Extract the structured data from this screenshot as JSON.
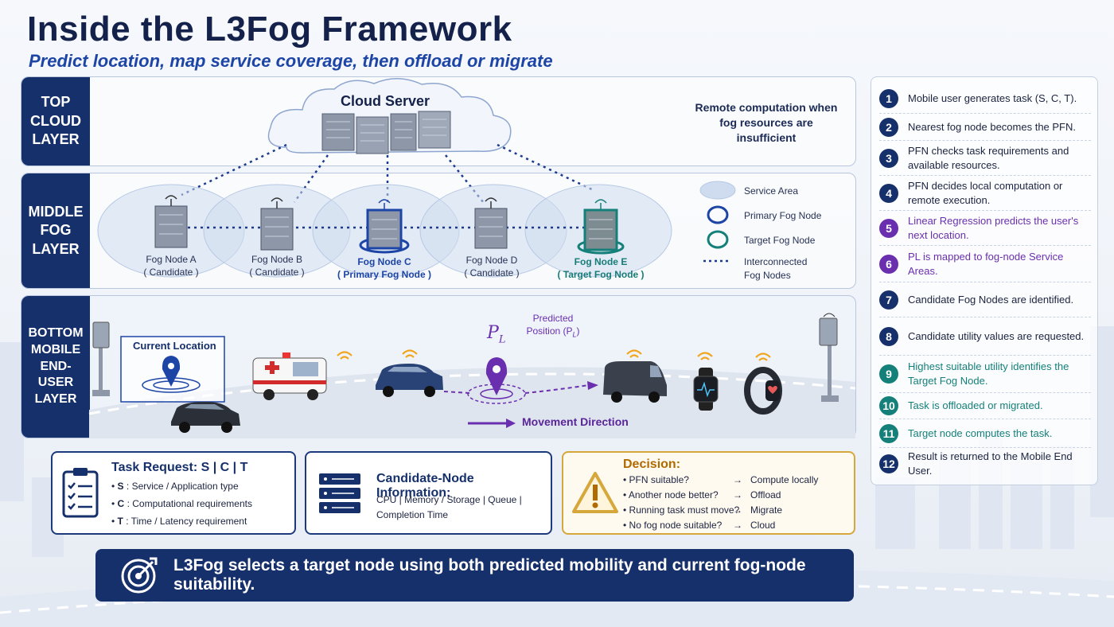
{
  "header": {
    "title": "Inside the L3Fog Framework",
    "subtitle": "Predict location, map service coverage, then offload or migrate"
  },
  "layers": {
    "top": "TOP CLOUD LAYER",
    "middle": "MIDDLE FOG LAYER",
    "bottom": "BOTTOM MOBILE END-USER LAYER"
  },
  "cloud": {
    "label": "Cloud Server",
    "remote_note": "Remote computation when fog resources are insufficient"
  },
  "fog_nodes": [
    {
      "name": "Fog Node A",
      "role": "( Candidate )",
      "kind": "candidate"
    },
    {
      "name": "Fog Node B",
      "role": "( Candidate )",
      "kind": "candidate"
    },
    {
      "name": "Fog Node C",
      "role": "( Primary Fog Node )",
      "kind": "primary"
    },
    {
      "name": "Fog Node D",
      "role": "( Candidate )",
      "kind": "candidate"
    },
    {
      "name": "Fog Node E",
      "role": "( Target Fog Node )",
      "kind": "target"
    }
  ],
  "legend": {
    "service_area": "Service Area",
    "primary": "Primary Fog Node",
    "target": "Target Fog Node",
    "interconnected_1": "Interconnected",
    "interconnected_2": "Fog Nodes"
  },
  "mobile": {
    "current_location": "Current Location",
    "predicted_1": "Predicted",
    "predicted_2": "Position (P",
    "predicted_sub": "L",
    "predicted_close": ")",
    "pl_symbol": "P",
    "pl_sub": "L",
    "movement": "Movement Direction"
  },
  "steps": [
    {
      "n": "1",
      "text": "Mobile user generates task (S, C, T).",
      "style": "blue"
    },
    {
      "n": "2",
      "text": "Nearest fog node becomes the PFN.",
      "style": "blue"
    },
    {
      "n": "3",
      "text": "PFN checks task requirements and available resources.",
      "style": "blue"
    },
    {
      "n": "4",
      "text": "PFN decides local computation or remote execution.",
      "style": "blue"
    },
    {
      "n": "5",
      "text": "Linear Regression predicts the user's next location.",
      "style": "purple"
    },
    {
      "n": "6",
      "text": "PL is mapped to fog-node Service Areas.",
      "style": "purple"
    },
    {
      "n": "7",
      "text": "Candidate Fog Nodes are identified.",
      "style": "blue"
    },
    {
      "n": "8",
      "text": "Candidate utility values are requested.",
      "style": "blue"
    },
    {
      "n": "9",
      "text": "Highest suitable utility identifies the Target Fog Node.",
      "style": "teal"
    },
    {
      "n": "10",
      "text": "Task is offloaded or migrated.",
      "style": "teal"
    },
    {
      "n": "11",
      "text": "Target node computes the task.",
      "style": "teal"
    },
    {
      "n": "12",
      "text": "Result is returned to the Mobile End User.",
      "style": "blue"
    }
  ],
  "task_box": {
    "title": "Task Request: S | C | T",
    "items": [
      {
        "key": "S",
        "desc": ": Service / Application type"
      },
      {
        "key": "C",
        "desc": ": Computational requirements"
      },
      {
        "key": "T",
        "desc": ": Time / Latency requirement"
      }
    ]
  },
  "candidate_box": {
    "title": "Candidate-Node Information:",
    "line1": "CPU | Memory / Storage | Queue |",
    "line2": "Completion Time"
  },
  "decision_box": {
    "title": "Decision:",
    "rows": [
      {
        "cond": "PFN suitable?",
        "result": "Compute locally"
      },
      {
        "cond": "Another node better?",
        "result": "Offload"
      },
      {
        "cond": "Running task must move?",
        "result": "Migrate"
      },
      {
        "cond": "No fog node suitable?",
        "result": "Cloud"
      }
    ]
  },
  "banner": {
    "text": "L3Fog selects a target node using both predicted mobility and current fog-node suitability."
  },
  "colors": {
    "navy": "#16306b",
    "primary_blue": "#1d45a6",
    "teal": "#15807a",
    "purple": "#6a2fae",
    "gold": "#d6a73b"
  }
}
